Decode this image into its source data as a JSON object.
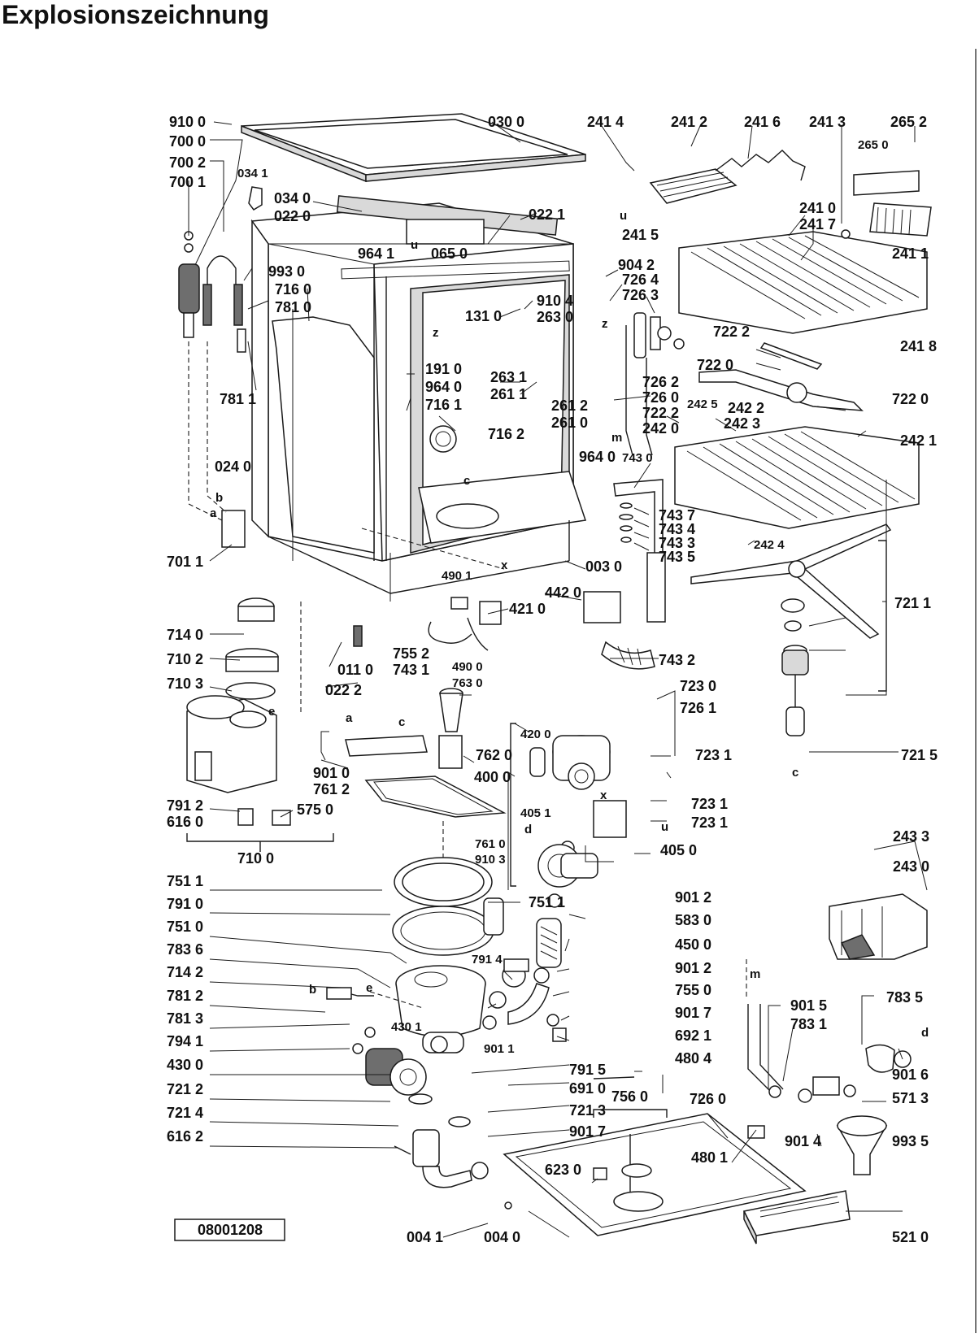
{
  "title": "Explosionszeichnung",
  "drawing_number": "08001208",
  "part_labels": [
    {
      "id": "p01",
      "text": "910 0"
    },
    {
      "id": "p02",
      "text": "700 0"
    },
    {
      "id": "p03",
      "text": "700 2"
    },
    {
      "id": "p04",
      "text": "700 1"
    },
    {
      "id": "p05",
      "text": "034 1"
    },
    {
      "id": "p06",
      "text": "034 0"
    },
    {
      "id": "p07",
      "text": "022 0"
    },
    {
      "id": "p08",
      "text": "030 0"
    },
    {
      "id": "p09",
      "text": "022 1"
    },
    {
      "id": "p10",
      "text": "964 1"
    },
    {
      "id": "p11",
      "text": "065 0"
    },
    {
      "id": "p12",
      "text": "993 0"
    },
    {
      "id": "p13",
      "text": "716 0"
    },
    {
      "id": "p14",
      "text": "781 0"
    },
    {
      "id": "p15",
      "text": "781 1"
    },
    {
      "id": "p16",
      "text": "131 0"
    },
    {
      "id": "p17",
      "text": "191 0"
    },
    {
      "id": "p18",
      "text": "964 0"
    },
    {
      "id": "p19",
      "text": "716 1"
    },
    {
      "id": "p20",
      "text": "716 2"
    },
    {
      "id": "p21",
      "text": "024 0"
    },
    {
      "id": "p22",
      "text": "701 1"
    },
    {
      "id": "p23",
      "text": "241 4"
    },
    {
      "id": "p24",
      "text": "241 5"
    },
    {
      "id": "p25",
      "text": "241 2"
    },
    {
      "id": "p26",
      "text": "241 6"
    },
    {
      "id": "p27",
      "text": "241 3"
    },
    {
      "id": "p28",
      "text": "265 2"
    },
    {
      "id": "p29",
      "text": "265 0"
    },
    {
      "id": "p30",
      "text": "241 0"
    },
    {
      "id": "p31",
      "text": "241 7"
    },
    {
      "id": "p32",
      "text": "241 1"
    },
    {
      "id": "p33",
      "text": "904 2"
    },
    {
      "id": "p34",
      "text": "726 4"
    },
    {
      "id": "p35",
      "text": "726 3"
    },
    {
      "id": "p36",
      "text": "910 4"
    },
    {
      "id": "p37",
      "text": "263 0"
    },
    {
      "id": "p38",
      "text": "263 1"
    },
    {
      "id": "p39",
      "text": "261 1"
    },
    {
      "id": "p40",
      "text": "261 2"
    },
    {
      "id": "p41",
      "text": "261 0"
    },
    {
      "id": "p42",
      "text": "726 2"
    },
    {
      "id": "p43",
      "text": "726 0"
    },
    {
      "id": "p44",
      "text": "722 2"
    },
    {
      "id": "p45",
      "text": "242 0"
    },
    {
      "id": "p46",
      "text": "722 2"
    },
    {
      "id": "p47",
      "text": "722 0"
    },
    {
      "id": "p48",
      "text": "722 0"
    },
    {
      "id": "p49",
      "text": "241 8"
    },
    {
      "id": "p50",
      "text": "242 5"
    },
    {
      "id": "p51",
      "text": "242 2"
    },
    {
      "id": "p52",
      "text": "242 3"
    },
    {
      "id": "p53",
      "text": "242 1"
    },
    {
      "id": "p54",
      "text": "964 0"
    },
    {
      "id": "p55",
      "text": "743 0"
    },
    {
      "id": "p56",
      "text": "743 7"
    },
    {
      "id": "p57",
      "text": "743 4"
    },
    {
      "id": "p58",
      "text": "743 3"
    },
    {
      "id": "p59",
      "text": "743 5"
    },
    {
      "id": "p60",
      "text": "242 4"
    },
    {
      "id": "p61",
      "text": "003 0"
    },
    {
      "id": "p62",
      "text": "721 1"
    },
    {
      "id": "p63",
      "text": "490 1"
    },
    {
      "id": "p64",
      "text": "442 0"
    },
    {
      "id": "p65",
      "text": "421 0"
    },
    {
      "id": "p66",
      "text": "714 0"
    },
    {
      "id": "p67",
      "text": "011 0"
    },
    {
      "id": "p68",
      "text": "755 2"
    },
    {
      "id": "p69",
      "text": "743 1"
    },
    {
      "id": "p70",
      "text": "743 2"
    },
    {
      "id": "p71",
      "text": "710 2"
    },
    {
      "id": "p72",
      "text": "022 2"
    },
    {
      "id": "p73",
      "text": "490 0"
    },
    {
      "id": "p74",
      "text": "763 0"
    },
    {
      "id": "p75",
      "text": "710 3"
    },
    {
      "id": "p76",
      "text": "723 0"
    },
    {
      "id": "p77",
      "text": "726 1"
    },
    {
      "id": "p78",
      "text": "420 0"
    },
    {
      "id": "p79",
      "text": "762 0"
    },
    {
      "id": "p80",
      "text": "400 0"
    },
    {
      "id": "p81",
      "text": "723 1"
    },
    {
      "id": "p82",
      "text": "721 5"
    },
    {
      "id": "p83",
      "text": "901 0"
    },
    {
      "id": "p84",
      "text": "761 2"
    },
    {
      "id": "p85",
      "text": "791 2"
    },
    {
      "id": "p86",
      "text": "616 0"
    },
    {
      "id": "p87",
      "text": "575 0"
    },
    {
      "id": "p88",
      "text": "405 1"
    },
    {
      "id": "p89",
      "text": "723 1"
    },
    {
      "id": "p90",
      "text": "723 1"
    },
    {
      "id": "p91",
      "text": "710 0"
    },
    {
      "id": "p92",
      "text": "761 0"
    },
    {
      "id": "p93",
      "text": "910 3"
    },
    {
      "id": "p94",
      "text": "405 0"
    },
    {
      "id": "p95",
      "text": "243 3"
    },
    {
      "id": "p96",
      "text": "243 0"
    },
    {
      "id": "p97",
      "text": "751 1"
    },
    {
      "id": "p98",
      "text": "901 2"
    },
    {
      "id": "p99",
      "text": "791 0"
    },
    {
      "id": "p100",
      "text": "751 1"
    },
    {
      "id": "p101",
      "text": "583 0"
    },
    {
      "id": "p102",
      "text": "751 0"
    },
    {
      "id": "p103",
      "text": "450 0"
    },
    {
      "id": "p104",
      "text": "783 6"
    },
    {
      "id": "p105",
      "text": "791 4"
    },
    {
      "id": "p106",
      "text": "901 2"
    },
    {
      "id": "p107",
      "text": "714 2"
    },
    {
      "id": "p108",
      "text": "755 0"
    },
    {
      "id": "p109",
      "text": "781 2"
    },
    {
      "id": "p110",
      "text": "901 7"
    },
    {
      "id": "p111",
      "text": "781 3"
    },
    {
      "id": "p112",
      "text": "430 1"
    },
    {
      "id": "p113",
      "text": "901 1"
    },
    {
      "id": "p114",
      "text": "692 1"
    },
    {
      "id": "p115",
      "text": "794 1"
    },
    {
      "id": "p116",
      "text": "480 4"
    },
    {
      "id": "p117",
      "text": "430 0"
    },
    {
      "id": "p118",
      "text": "791 5"
    },
    {
      "id": "p119",
      "text": "691 0"
    },
    {
      "id": "p120",
      "text": "721 2"
    },
    {
      "id": "p121",
      "text": "721 3"
    },
    {
      "id": "p122",
      "text": "756 0"
    },
    {
      "id": "p123",
      "text": "721 4"
    },
    {
      "id": "p124",
      "text": "901 7"
    },
    {
      "id": "p125",
      "text": "616 2"
    },
    {
      "id": "p126",
      "text": "623 0"
    },
    {
      "id": "p127",
      "text": "480 1"
    },
    {
      "id": "p128",
      "text": "901 4"
    },
    {
      "id": "p129",
      "text": "993 5"
    },
    {
      "id": "p130",
      "text": "901 5"
    },
    {
      "id": "p131",
      "text": "783 1"
    },
    {
      "id": "p132",
      "text": "783 5"
    },
    {
      "id": "p133",
      "text": "726 0"
    },
    {
      "id": "p134",
      "text": "571 3"
    },
    {
      "id": "p135",
      "text": "901 6"
    },
    {
      "id": "p136",
      "text": "004 1"
    },
    {
      "id": "p137",
      "text": "004 0"
    },
    {
      "id": "p138",
      "text": "521 0"
    }
  ],
  "reference_letters": [
    {
      "id": "l01",
      "text": "a"
    },
    {
      "id": "l02",
      "text": "b"
    },
    {
      "id": "l03",
      "text": "c"
    },
    {
      "id": "l04",
      "text": "x"
    },
    {
      "id": "l05",
      "text": "z"
    },
    {
      "id": "l06",
      "text": "z"
    },
    {
      "id": "l07",
      "text": "m"
    },
    {
      "id": "l08",
      "text": "u"
    },
    {
      "id": "l09",
      "text": "u"
    },
    {
      "id": "l10",
      "text": "e"
    },
    {
      "id": "l11",
      "text": "a"
    },
    {
      "id": "l12",
      "text": "c"
    },
    {
      "id": "l13",
      "text": "x"
    },
    {
      "id": "l14",
      "text": "d"
    },
    {
      "id": "l15",
      "text": "c"
    },
    {
      "id": "l16",
      "text": "b"
    },
    {
      "id": "l17",
      "text": "e"
    },
    {
      "id": "l18",
      "text": "m"
    },
    {
      "id": "l19",
      "text": "d"
    },
    {
      "id": "l20",
      "text": "u"
    }
  ]
}
